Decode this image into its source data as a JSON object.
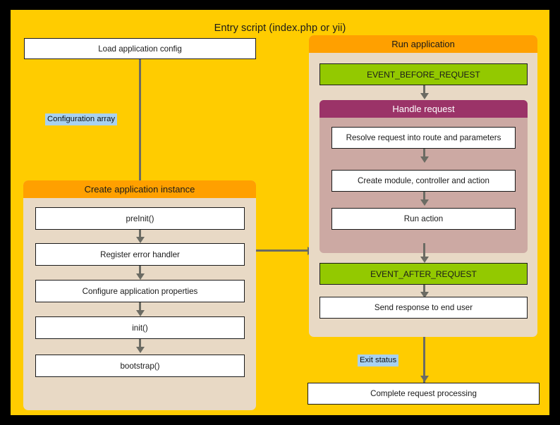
{
  "diagram": {
    "title": "Entry script (index.php or yii)",
    "background_color": "#FFCC00",
    "outer_background": "#000000"
  },
  "left_column": {
    "load_config_box": "Load application config",
    "edge_label_config": "Configuration array",
    "create_instance_group": {
      "header": "Create application instance",
      "header_color": "#FFA000",
      "body_color": "#E8D9C5",
      "steps": [
        "preInit()",
        "Register error handler",
        "Configure application properties",
        "init()",
        "bootstrap()"
      ]
    }
  },
  "right_column": {
    "run_application_group": {
      "header": "Run application",
      "header_color": "#FFA000",
      "body_color": "#E8D9C5",
      "event_before": "EVENT_BEFORE_REQUEST",
      "event_before_color": "#93C900",
      "handle_request_group": {
        "header": "Handle request",
        "header_color": "#9B3368",
        "body_color": "#CCA9A3",
        "steps": [
          "Resolve request into route and parameters",
          "Create module, controller and action",
          "Run action"
        ]
      },
      "event_after": "EVENT_AFTER_REQUEST",
      "event_after_color": "#93C900",
      "send_response": "Send response to end user"
    },
    "edge_label_exit": "Exit status",
    "complete_box": "Complete request processing"
  }
}
